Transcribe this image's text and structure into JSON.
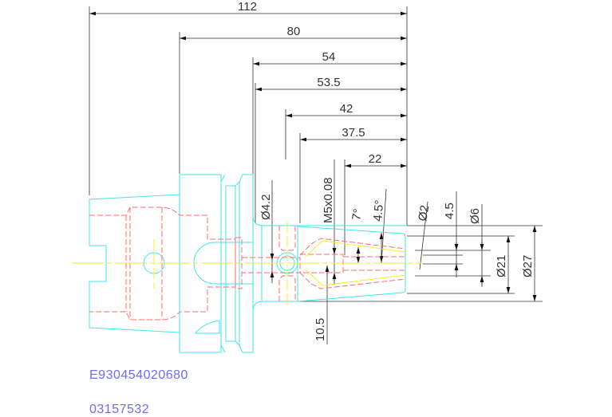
{
  "dimensions": {
    "horizontal": [
      "112",
      "80",
      "54",
      "53.5",
      "42",
      "37.5",
      "22"
    ],
    "vertical": {
      "d4_2": "Ø4.2",
      "m5": "M5x0.08",
      "angle7": "7°",
      "angle4_5": "4.5°",
      "d2": "Ø2",
      "len4_5": "4.5",
      "d6": "Ø6",
      "d21": "Ø21",
      "d27": "Ø27",
      "len10_5": "10.5"
    }
  },
  "codes": {
    "part_number": "E930454020680",
    "order_number": "03157532"
  },
  "colors": {
    "outline": "#3ee6ee",
    "hidden": "#ff6b6b",
    "centerline": "#f2ef2a",
    "text": "#6b6bff"
  }
}
